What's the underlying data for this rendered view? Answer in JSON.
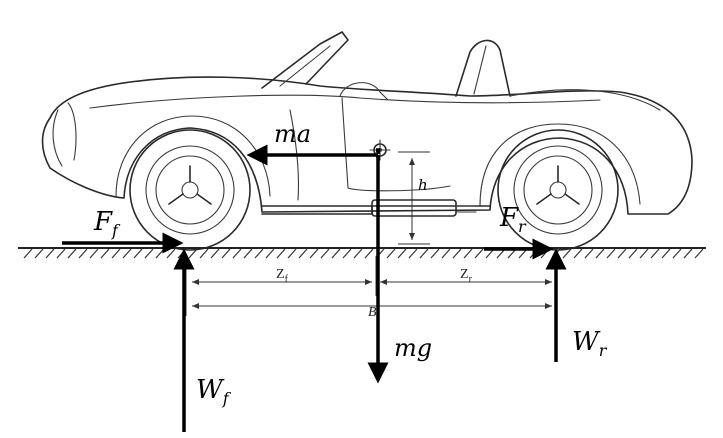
{
  "labels": {
    "ma": "ma",
    "mg": "mg",
    "h": "h",
    "Ff_main": "F",
    "Ff_sub": "f",
    "Fr_main": "F",
    "Fr_sub": "r",
    "Wf_main": "W",
    "Wf_sub": "f",
    "Wr_main": "W",
    "Wr_sub": "r",
    "Zf_main": "Z",
    "Zf_sub": "f",
    "Zr_main": "Z",
    "Zr_sub": "r",
    "B": "B"
  },
  "colors": {
    "force": "#000000",
    "line_art": "#2a2a2a"
  }
}
